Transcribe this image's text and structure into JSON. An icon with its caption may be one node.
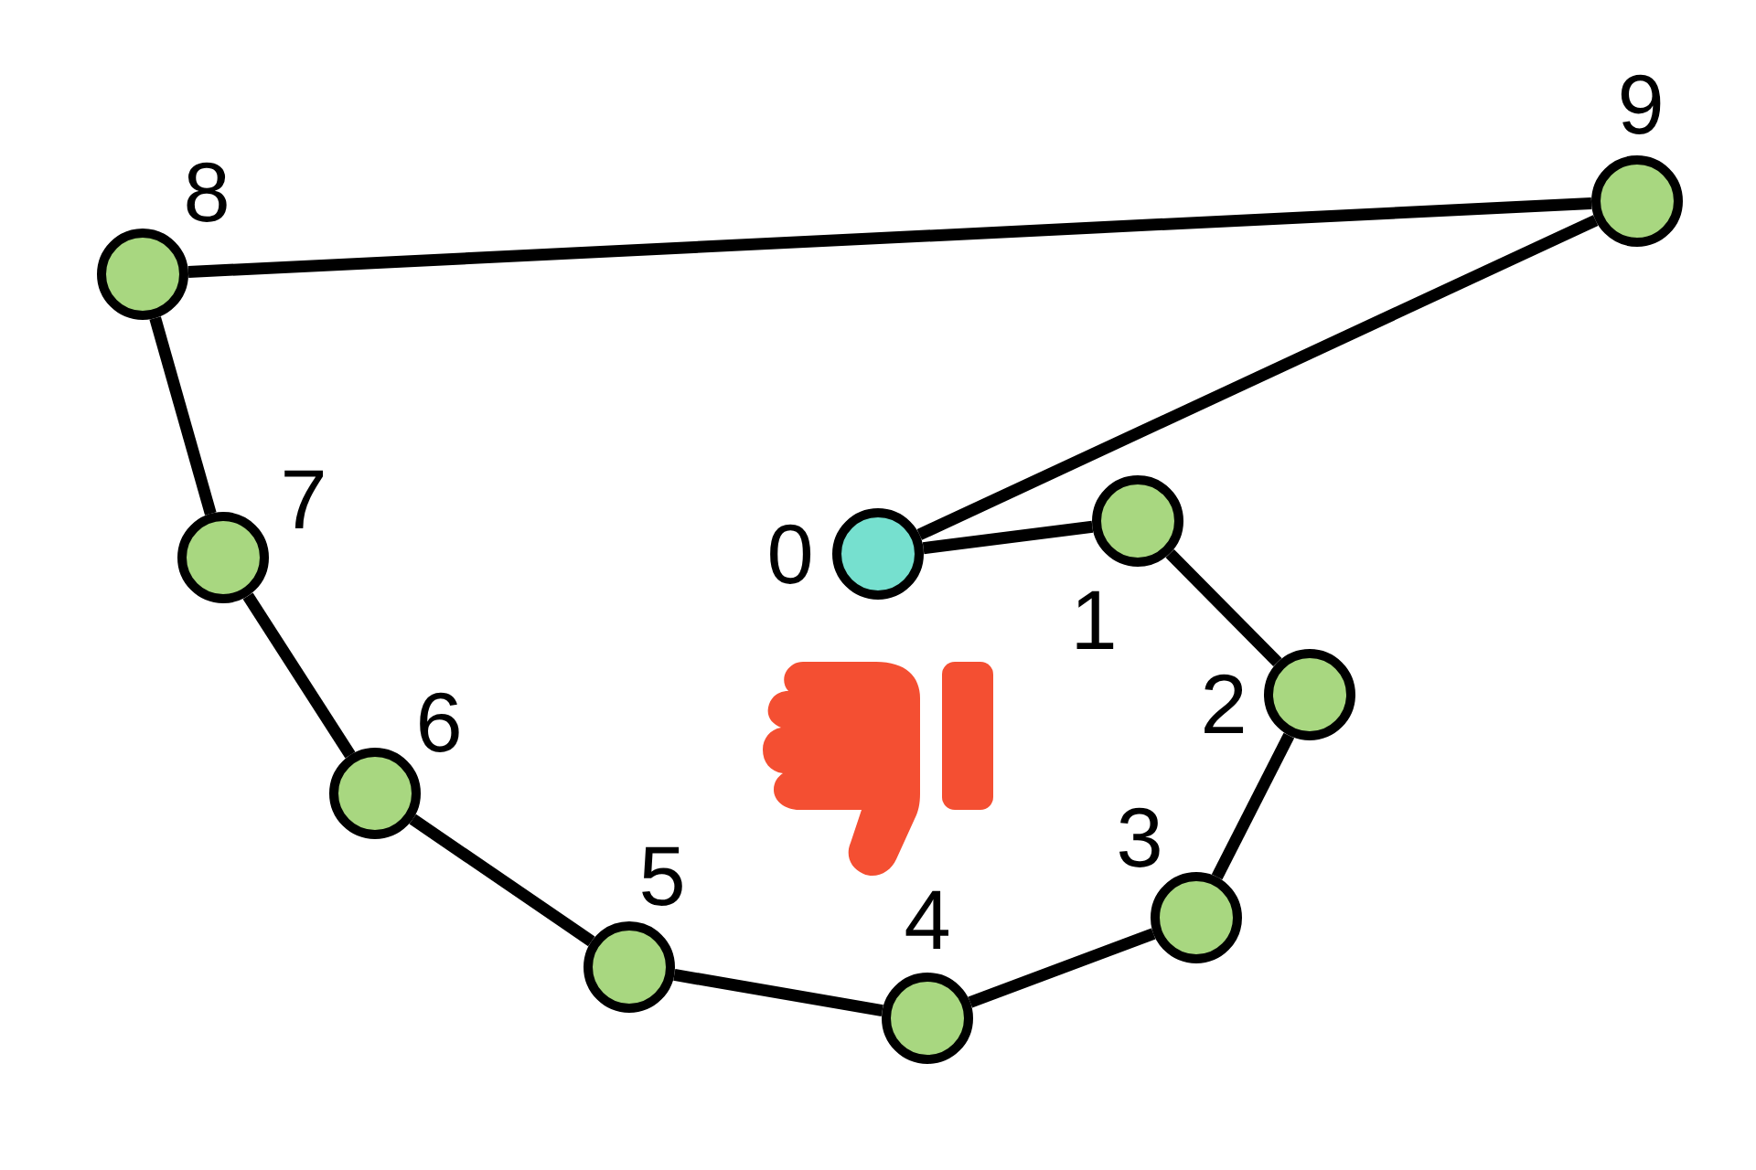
{
  "diagram": {
    "nodes": [
      {
        "text": [],
        "shape": "circle",
        "beside": [
          "0"
        ]
      },
      {
        "text": [],
        "shape": "circle",
        "beside": [
          "1"
        ]
      },
      {
        "text": [],
        "shape": "circle",
        "beside": [
          "2"
        ]
      },
      {
        "text": [],
        "shape": "circle",
        "beside": [
          "3"
        ]
      },
      {
        "text": [],
        "shape": "circle",
        "beside": [
          "4"
        ]
      },
      {
        "text": [],
        "shape": "circle",
        "beside": [
          "5"
        ]
      },
      {
        "text": [],
        "shape": "circle",
        "beside": [
          "6"
        ]
      },
      {
        "text": [],
        "shape": "circle",
        "beside": [
          "7"
        ]
      },
      {
        "text": [],
        "shape": "circle",
        "beside": [
          "8"
        ]
      },
      {
        "text": [],
        "shape": "circle",
        "beside": [
          "9"
        ]
      }
    ],
    "edges": [
      {
        "from": 0,
        "to": 1,
        "arrow": "none"
      },
      {
        "from": 1,
        "to": 2,
        "arrow": "none"
      },
      {
        "from": 2,
        "to": 3,
        "arrow": "none"
      },
      {
        "from": 3,
        "to": 4,
        "arrow": "none"
      },
      {
        "from": 4,
        "to": 5,
        "arrow": "none"
      },
      {
        "from": 5,
        "to": 6,
        "arrow": "none"
      },
      {
        "from": 6,
        "to": 7,
        "arrow": "none"
      },
      {
        "from": 7,
        "to": 8,
        "arrow": "none"
      },
      {
        "from": 8,
        "to": 9,
        "arrow": "none"
      },
      {
        "from": 9,
        "to": 0,
        "arrow": "none"
      }
    ]
  }
}
